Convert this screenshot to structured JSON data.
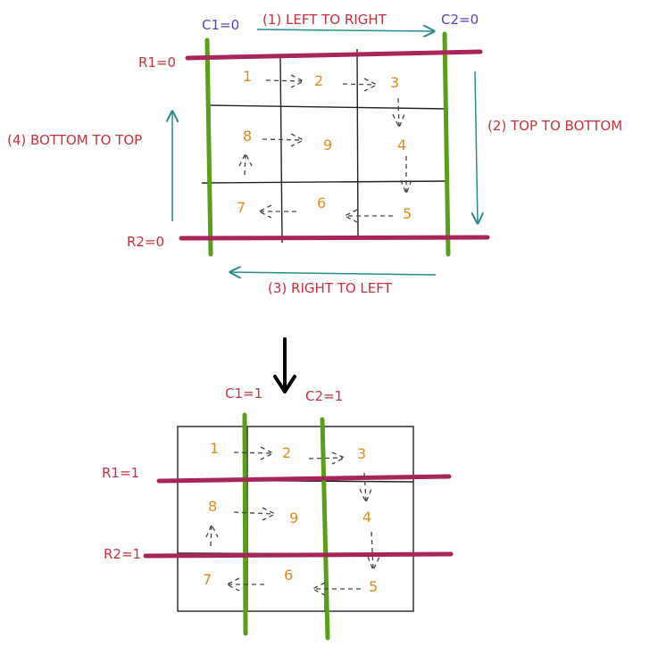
{
  "colors": {
    "grid_line": "#222222",
    "column_pointer": "#5a9e1a",
    "row_pointer": "#a8255a",
    "direction_arrow": "#2a8a8a",
    "column_label": "#5b3fc4",
    "row_label": "#c8323c",
    "cell_number": "#e08a1e",
    "step_arrow": "#444444"
  },
  "top": {
    "c1_label": "C1=0",
    "c2_label": "C2=0",
    "r1_label": "R1=0",
    "r2_label": "R2=0",
    "dir_1": "(1) LEFT TO RIGHT",
    "dir_2": "(2) TOP TO BOTTOM",
    "dir_3": "(3) RIGHT TO LEFT",
    "dir_4": "(4) BOTTOM TO TOP"
  },
  "bottom": {
    "c1_label": "C1=1",
    "c2_label": "C2=1",
    "r1_label": "R1=1",
    "r2_label": "R2=1"
  },
  "cells": [
    "1",
    "2",
    "3",
    "4",
    "5",
    "6",
    "7",
    "8",
    "9"
  ]
}
